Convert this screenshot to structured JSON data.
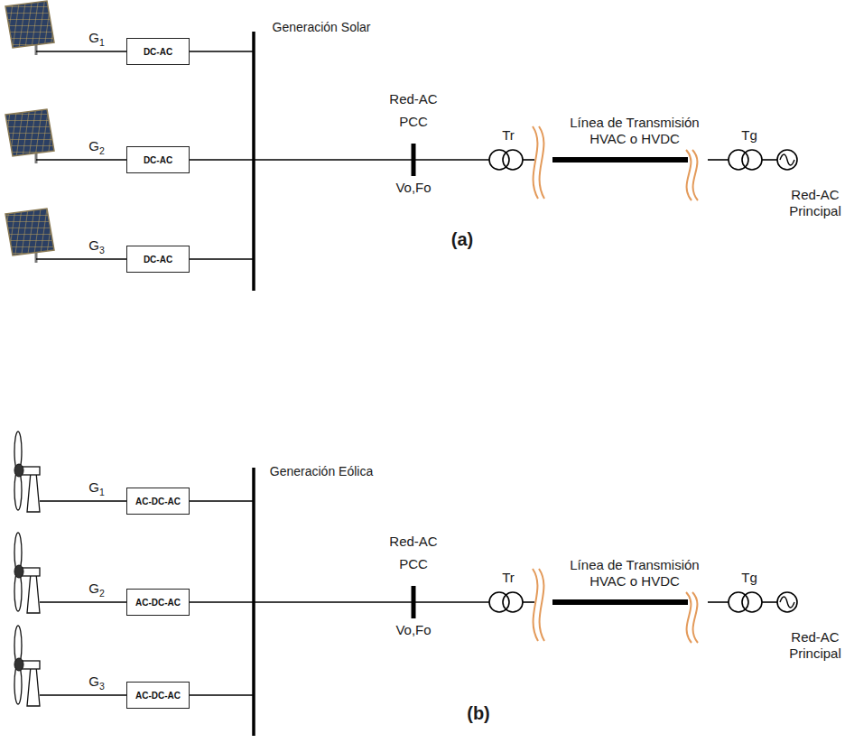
{
  "diagram": {
    "nodes": [
      {
        "text": [
          "DC-AC"
        ]
      },
      {
        "text": [
          "DC-AC"
        ]
      },
      {
        "text": [
          "DC-AC"
        ]
      },
      {
        "text": [
          "AC-DC-AC"
        ]
      },
      {
        "text": [
          "AC-DC-AC"
        ]
      },
      {
        "text": [
          "AC-DC-AC"
        ]
      }
    ],
    "labels": [
      "G1",
      "G2",
      "G3",
      "Generación Solar",
      "Red-AC",
      "PCC",
      "Vo,Fo",
      "Tr",
      "Línea de Transmisión HVAC o HVDC",
      "Tg",
      "Red-AC Principal",
      "(a)",
      "G1",
      "G2",
      "G3",
      "Generación Eólica",
      "Red-AC",
      "PCC",
      "Vo,Fo",
      "Tr",
      "Línea de Transmisión HVAC o HVDC",
      "Tg",
      "Red-AC Principal",
      "(b)"
    ]
  }
}
